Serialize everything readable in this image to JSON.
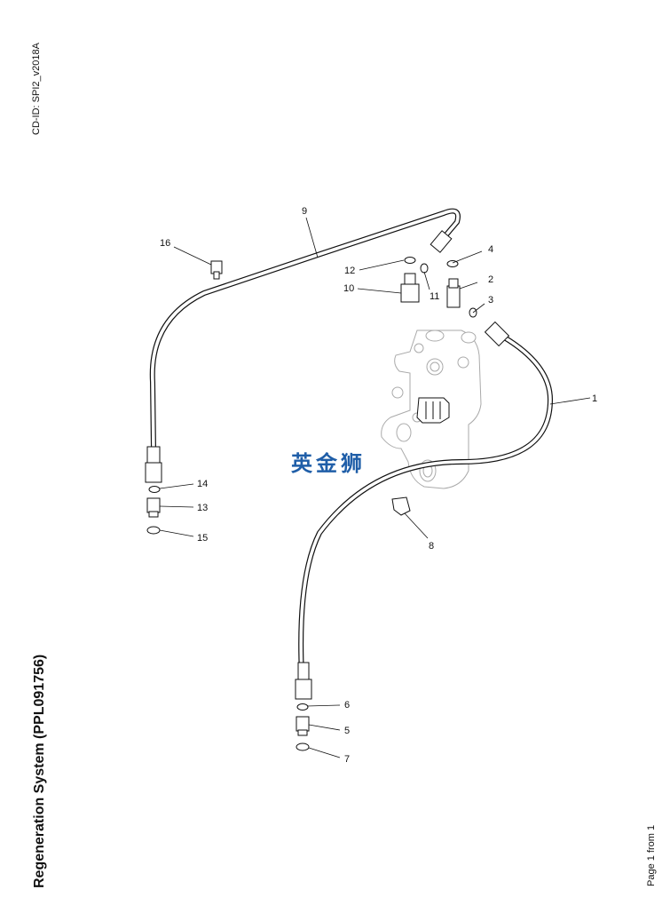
{
  "header": {
    "cd_id": "CD-ID: SPI2_v2018A"
  },
  "title": "Regeneration System (PPL091756)",
  "footer": {
    "page": "Page 1 from 1"
  },
  "watermark": "英金狮",
  "callouts": [
    "1",
    "2",
    "3",
    "4",
    "5",
    "6",
    "7",
    "8",
    "9",
    "10",
    "11",
    "12",
    "13",
    "14",
    "15",
    "16"
  ]
}
